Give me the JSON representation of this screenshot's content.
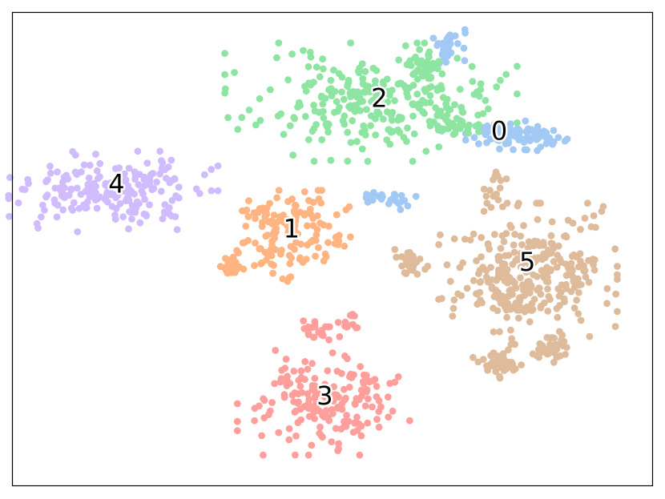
{
  "chart_data": {
    "type": "scatter",
    "title": "",
    "xlabel": "",
    "ylabel": "",
    "grid": false,
    "legend": "none",
    "axis_ticks": false,
    "xlim": [
      0,
      100
    ],
    "ylim": [
      0,
      100
    ],
    "colors": {
      "0": "#a1c9f4",
      "1": "#ffb482",
      "2": "#8de5a1",
      "3": "#ff9f9b",
      "4": "#d0bbff",
      "5": "#debb9b"
    },
    "cluster_labels": [
      {
        "text": "0",
        "x": 76.0,
        "y": 74.9
      },
      {
        "text": "1",
        "x": 43.6,
        "y": 54.3
      },
      {
        "text": "2",
        "x": 57.3,
        "y": 81.8
      },
      {
        "text": "3",
        "x": 48.8,
        "y": 19.1
      },
      {
        "text": "4",
        "x": 16.3,
        "y": 63.8
      },
      {
        "text": "5",
        "x": 80.4,
        "y": 47.3
      }
    ],
    "clusters": [
      {
        "id": "0",
        "label": "0",
        "point_count": 150,
        "blobs": [
          {
            "n": 95,
            "cx": 78.7,
            "cy": 73.9,
            "sx": 3.3,
            "sy": 1.3
          },
          {
            "n": 30,
            "cx": 68.0,
            "cy": 93.0,
            "sx": 1.2,
            "sy": 1.6
          },
          {
            "n": 25,
            "cx": 58.7,
            "cy": 60.5,
            "sx": 1.8,
            "sy": 1.1
          }
        ]
      },
      {
        "id": "1",
        "label": "1",
        "point_count": 170,
        "blobs": [
          {
            "n": 135,
            "cx": 43.2,
            "cy": 52.8,
            "sx": 4.0,
            "sy": 4.0
          },
          {
            "n": 20,
            "cx": 34.2,
            "cy": 46.4,
            "sx": 0.9,
            "sy": 1.3
          },
          {
            "n": 15,
            "cx": 38.4,
            "cy": 57.8,
            "sx": 1.3,
            "sy": 0.9
          }
        ]
      },
      {
        "id": "2",
        "label": "2",
        "point_count": 340,
        "blobs": [
          {
            "n": 270,
            "cx": 56.0,
            "cy": 81.0,
            "sx": 9.5,
            "sy": 5.2
          },
          {
            "n": 40,
            "cx": 64.5,
            "cy": 88.7,
            "sx": 1.2,
            "sy": 1.2
          },
          {
            "n": 30,
            "cx": 69.0,
            "cy": 76.0,
            "sx": 1.6,
            "sy": 0.9
          }
        ]
      },
      {
        "id": "3",
        "label": "3",
        "point_count": 215,
        "blobs": [
          {
            "n": 175,
            "cx": 48.6,
            "cy": 17.6,
            "sx": 5.6,
            "sy": 4.6
          },
          {
            "n": 22,
            "cx": 47.7,
            "cy": 32.6,
            "sx": 1.2,
            "sy": 1.0
          },
          {
            "n": 18,
            "cx": 52.0,
            "cy": 34.4,
            "sx": 1.1,
            "sy": 1.2
          }
        ]
      },
      {
        "id": "4",
        "label": "4",
        "point_count": 200,
        "blobs": [
          {
            "n": 200,
            "cx": 15.8,
            "cy": 62.0,
            "sx": 6.8,
            "sy": 3.6
          }
        ]
      },
      {
        "id": "5",
        "label": "5",
        "point_count": 420,
        "blobs": [
          {
            "n": 300,
            "cx": 80.5,
            "cy": 44.8,
            "sx": 5.8,
            "sy": 6.2
          },
          {
            "n": 45,
            "cx": 76.0,
            "cy": 25.9,
            "sx": 1.7,
            "sy": 1.3
          },
          {
            "n": 30,
            "cx": 62.1,
            "cy": 46.8,
            "sx": 1.3,
            "sy": 1.3
          },
          {
            "n": 30,
            "cx": 84.0,
            "cy": 29.0,
            "sx": 1.8,
            "sy": 1.2
          },
          {
            "n": 15,
            "cx": 75.4,
            "cy": 62.0,
            "sx": 0.8,
            "sy": 2.2
          }
        ]
      }
    ]
  }
}
